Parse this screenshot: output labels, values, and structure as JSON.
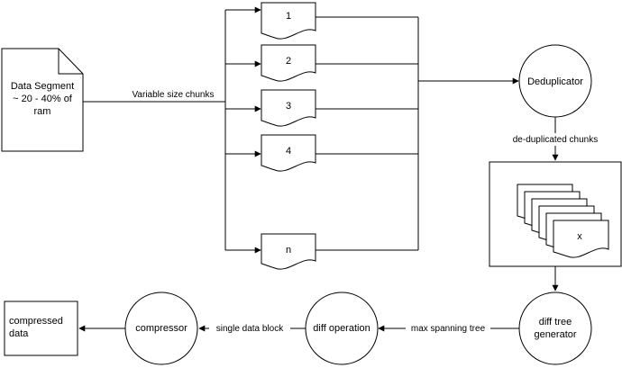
{
  "nodes": {
    "data_segment": {
      "lines": [
        "Data Segment",
        "~ 20 - 40% of",
        "ram"
      ]
    },
    "chunks": [
      "1",
      "2",
      "3",
      "4",
      "n"
    ],
    "deduplicator": "Deduplicator",
    "dedup_stack_item": "x",
    "diff_tree_generator": [
      "diff tree",
      "generator"
    ],
    "diff_operation": "diff operation",
    "compressor": "compressor",
    "compressed_data": [
      "compressed",
      "data"
    ]
  },
  "edges": {
    "variable_chunks": "Variable size chunks",
    "deduplicated": "de-duplicated chunks",
    "max_spanning_tree": "max spanning tree",
    "single_block": "single data block"
  }
}
